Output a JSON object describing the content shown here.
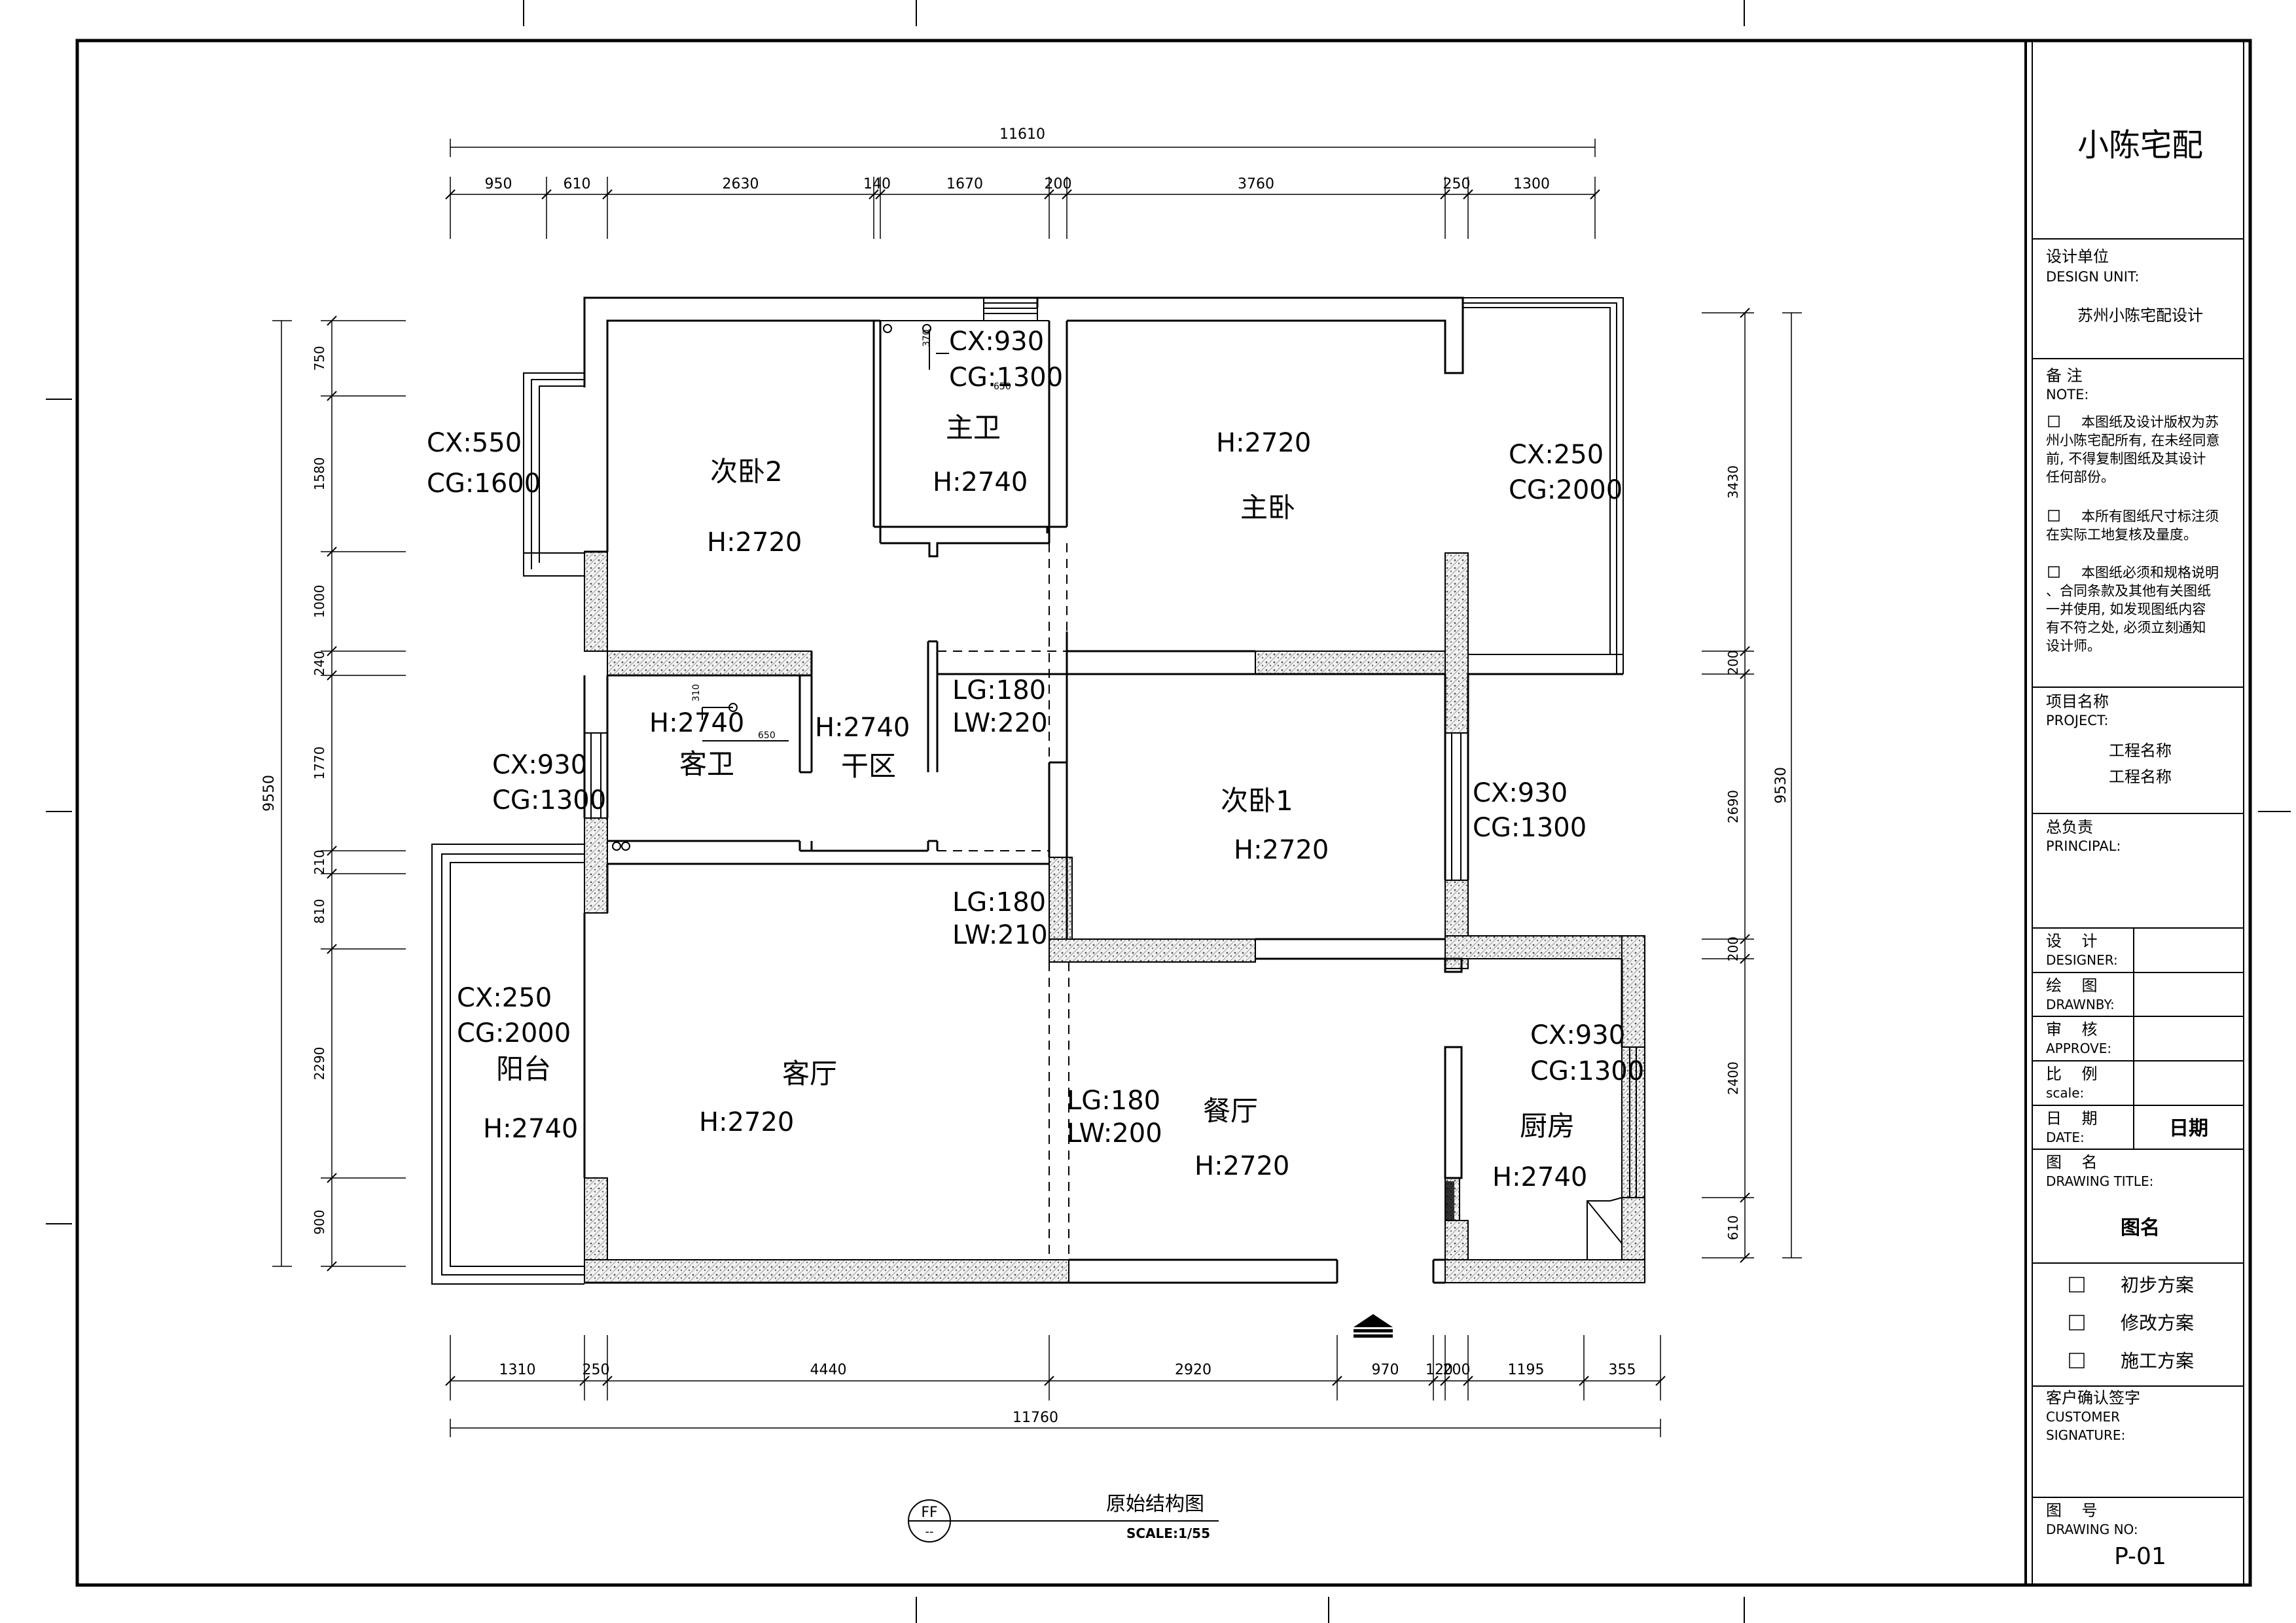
{
  "title_block": {
    "brand": "小陈宅配",
    "design_unit_label": "设计单位",
    "design_unit_label_en": "DESIGN UNIT:",
    "design_unit_value": "苏州小陈宅配设计",
    "note_label": "备 注",
    "note_label_en": "NOTE:",
    "notes": [
      [
        "本图纸及设计版权为苏",
        "州小陈宅配所有, 在未经同意",
        "前, 不得复制图纸及其设计",
        "任何部份。"
      ],
      [
        "本所有图纸尺寸标注须",
        "在实际工地复核及量度。"
      ],
      [
        "本图纸必须和规格说明",
        "、合同条款及其他有关图纸",
        "一并使用, 如发现图纸内容",
        "有不符之处, 必须立刻通知",
        "设计师。"
      ]
    ],
    "project_label": "项目名称",
    "project_label_en": "PROJECT:",
    "project_name_1": "工程名称",
    "project_name_2": "工程名称",
    "principal_label": "总负责",
    "principal_label_en": "PRINCIPAL:",
    "designer_label": "设    计",
    "designer_label_en": "DESIGNER:",
    "drawnby_label": "绘    图",
    "drawnby_label_en": "DRAWNBY:",
    "approve_label": "审    核",
    "approve_label_en": "APPROVE:",
    "scale_label": "比    例",
    "scale_label_en": "scale:",
    "date_label": "日    期",
    "date_label_en": "DATE:",
    "date_value": "日期",
    "drawing_title_label": "图    名",
    "drawing_title_label_en": "DRAWING TITLE:",
    "drawing_title_value": "图名",
    "stages": [
      "初步方案",
      "修改方案",
      "施工方案"
    ],
    "customer_label": "客户确认签字",
    "customer_label_en_1": "CUSTOMER",
    "customer_label_en_2": "SIGNATURE:",
    "drawing_no_label": "图    号",
    "drawing_no_label_en": "DRAWING NO:",
    "drawing_no_value": "P-01"
  },
  "drawing": {
    "caption_title": "原始结构图",
    "caption_scale": "SCALE:1/55",
    "marker_top": "FF",
    "marker_bottom": "--"
  },
  "dimensions": {
    "top_total": "11610",
    "top": [
      "950",
      "610",
      "2630",
      "140",
      "1670",
      "200",
      "3760",
      "250",
      "1300"
    ],
    "bottom": [
      "1310",
      "250",
      "4440",
      "2920",
      "970",
      "120",
      "200",
      "1195",
      "355"
    ],
    "bottom_total": "11760",
    "left_total": "9550",
    "left": [
      "750",
      "1580",
      "1000",
      "240",
      "1770",
      "210",
      "810",
      "2290",
      "900"
    ],
    "right_total": "9530",
    "right": [
      "3430",
      "200",
      "2690",
      "200",
      "2400",
      "610"
    ]
  },
  "rooms": {
    "bedroom2": {
      "name": "次卧2",
      "h": "H:2720"
    },
    "master_bath": {
      "name": "主卫",
      "h": "H:2740",
      "cx": "CX:930",
      "cg": "CG:1300",
      "d1": "370",
      "d2": "650"
    },
    "master_bed": {
      "name": "主卧",
      "h": "H:2720",
      "cx": "CX:250",
      "cg": "CG:2000"
    },
    "bed2_window": {
      "cx": "CX:550",
      "cg": "CG:1600"
    },
    "guest_bath": {
      "name": "客卫",
      "h": "H:2740",
      "cx": "CX:930",
      "cg": "CG:1300",
      "d1": "310",
      "d2": "650"
    },
    "dry_zone": {
      "name": "干区",
      "h": "H:2740"
    },
    "beam1": {
      "lg": "LG:180",
      "lw": "LW:220"
    },
    "beam2": {
      "lg": "LG:180",
      "lw": "LW:210"
    },
    "beam3": {
      "lg": "LG:180",
      "lw": "LW:200"
    },
    "bedroom1": {
      "name": "次卧1",
      "h": "H:2720",
      "cx": "CX:930",
      "cg": "CG:1300"
    },
    "balcony": {
      "name": "阳台",
      "h": "H:2740",
      "cx": "CX:250",
      "cg": "CG:2000"
    },
    "living": {
      "name": "客厅",
      "h": "H:2720"
    },
    "dining": {
      "name": "餐厅",
      "h": "H:2720"
    },
    "kitchen": {
      "name": "厨房",
      "h": "H:2740",
      "cx": "CX:930",
      "cg": "CG:1300"
    }
  }
}
